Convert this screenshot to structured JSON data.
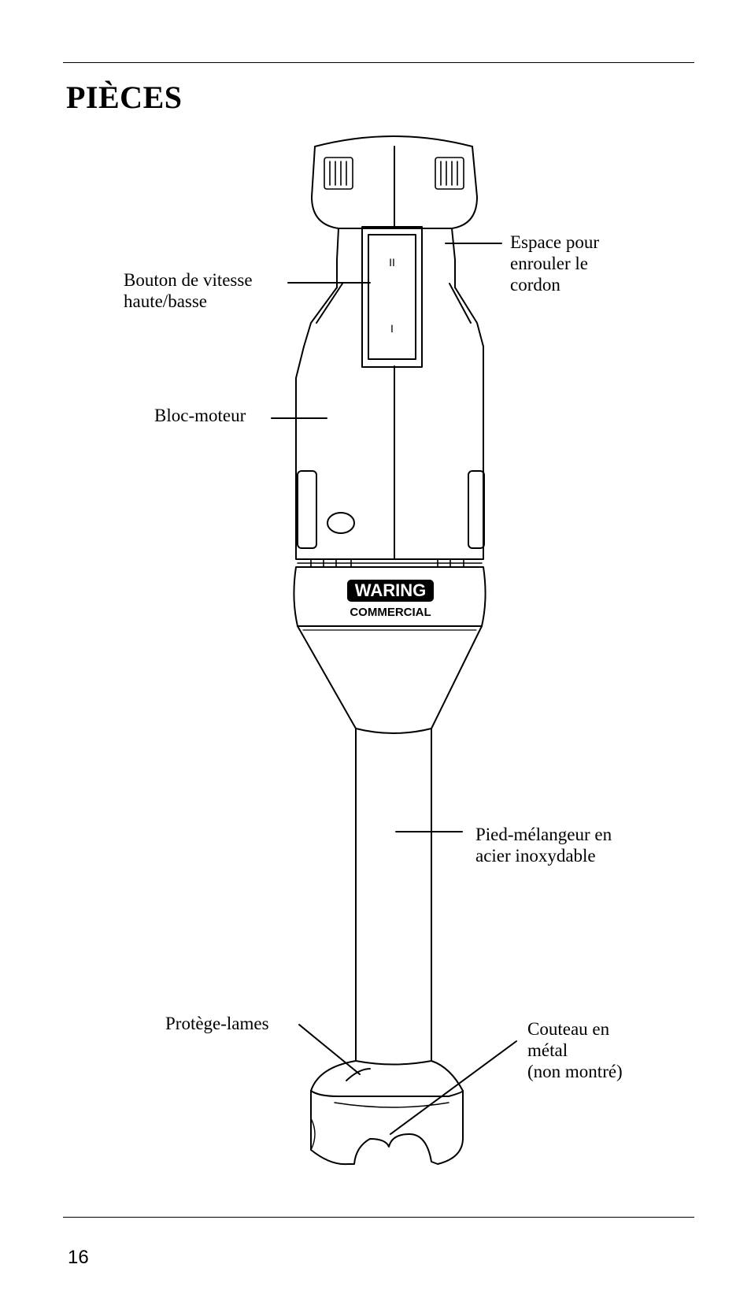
{
  "page": {
    "title": "PIÈCES",
    "page_number": "16"
  },
  "labels": {
    "cord_wrap": "Espace pour\nenrouler le\ncordon",
    "speed_button": "Bouton de vitesse\nhaute/basse",
    "motor_block": "Bloc-moteur",
    "shaft": "Pied-mélangeur en\nacier inoxydable",
    "blade_guard": "Protège-lames",
    "blade": "Couteau en\nmétal\n(non montré)"
  },
  "switch": {
    "high_mark": "II",
    "low_mark": "I"
  },
  "logo": {
    "brand": "WARING",
    "sub": "COMMERCIAL"
  }
}
